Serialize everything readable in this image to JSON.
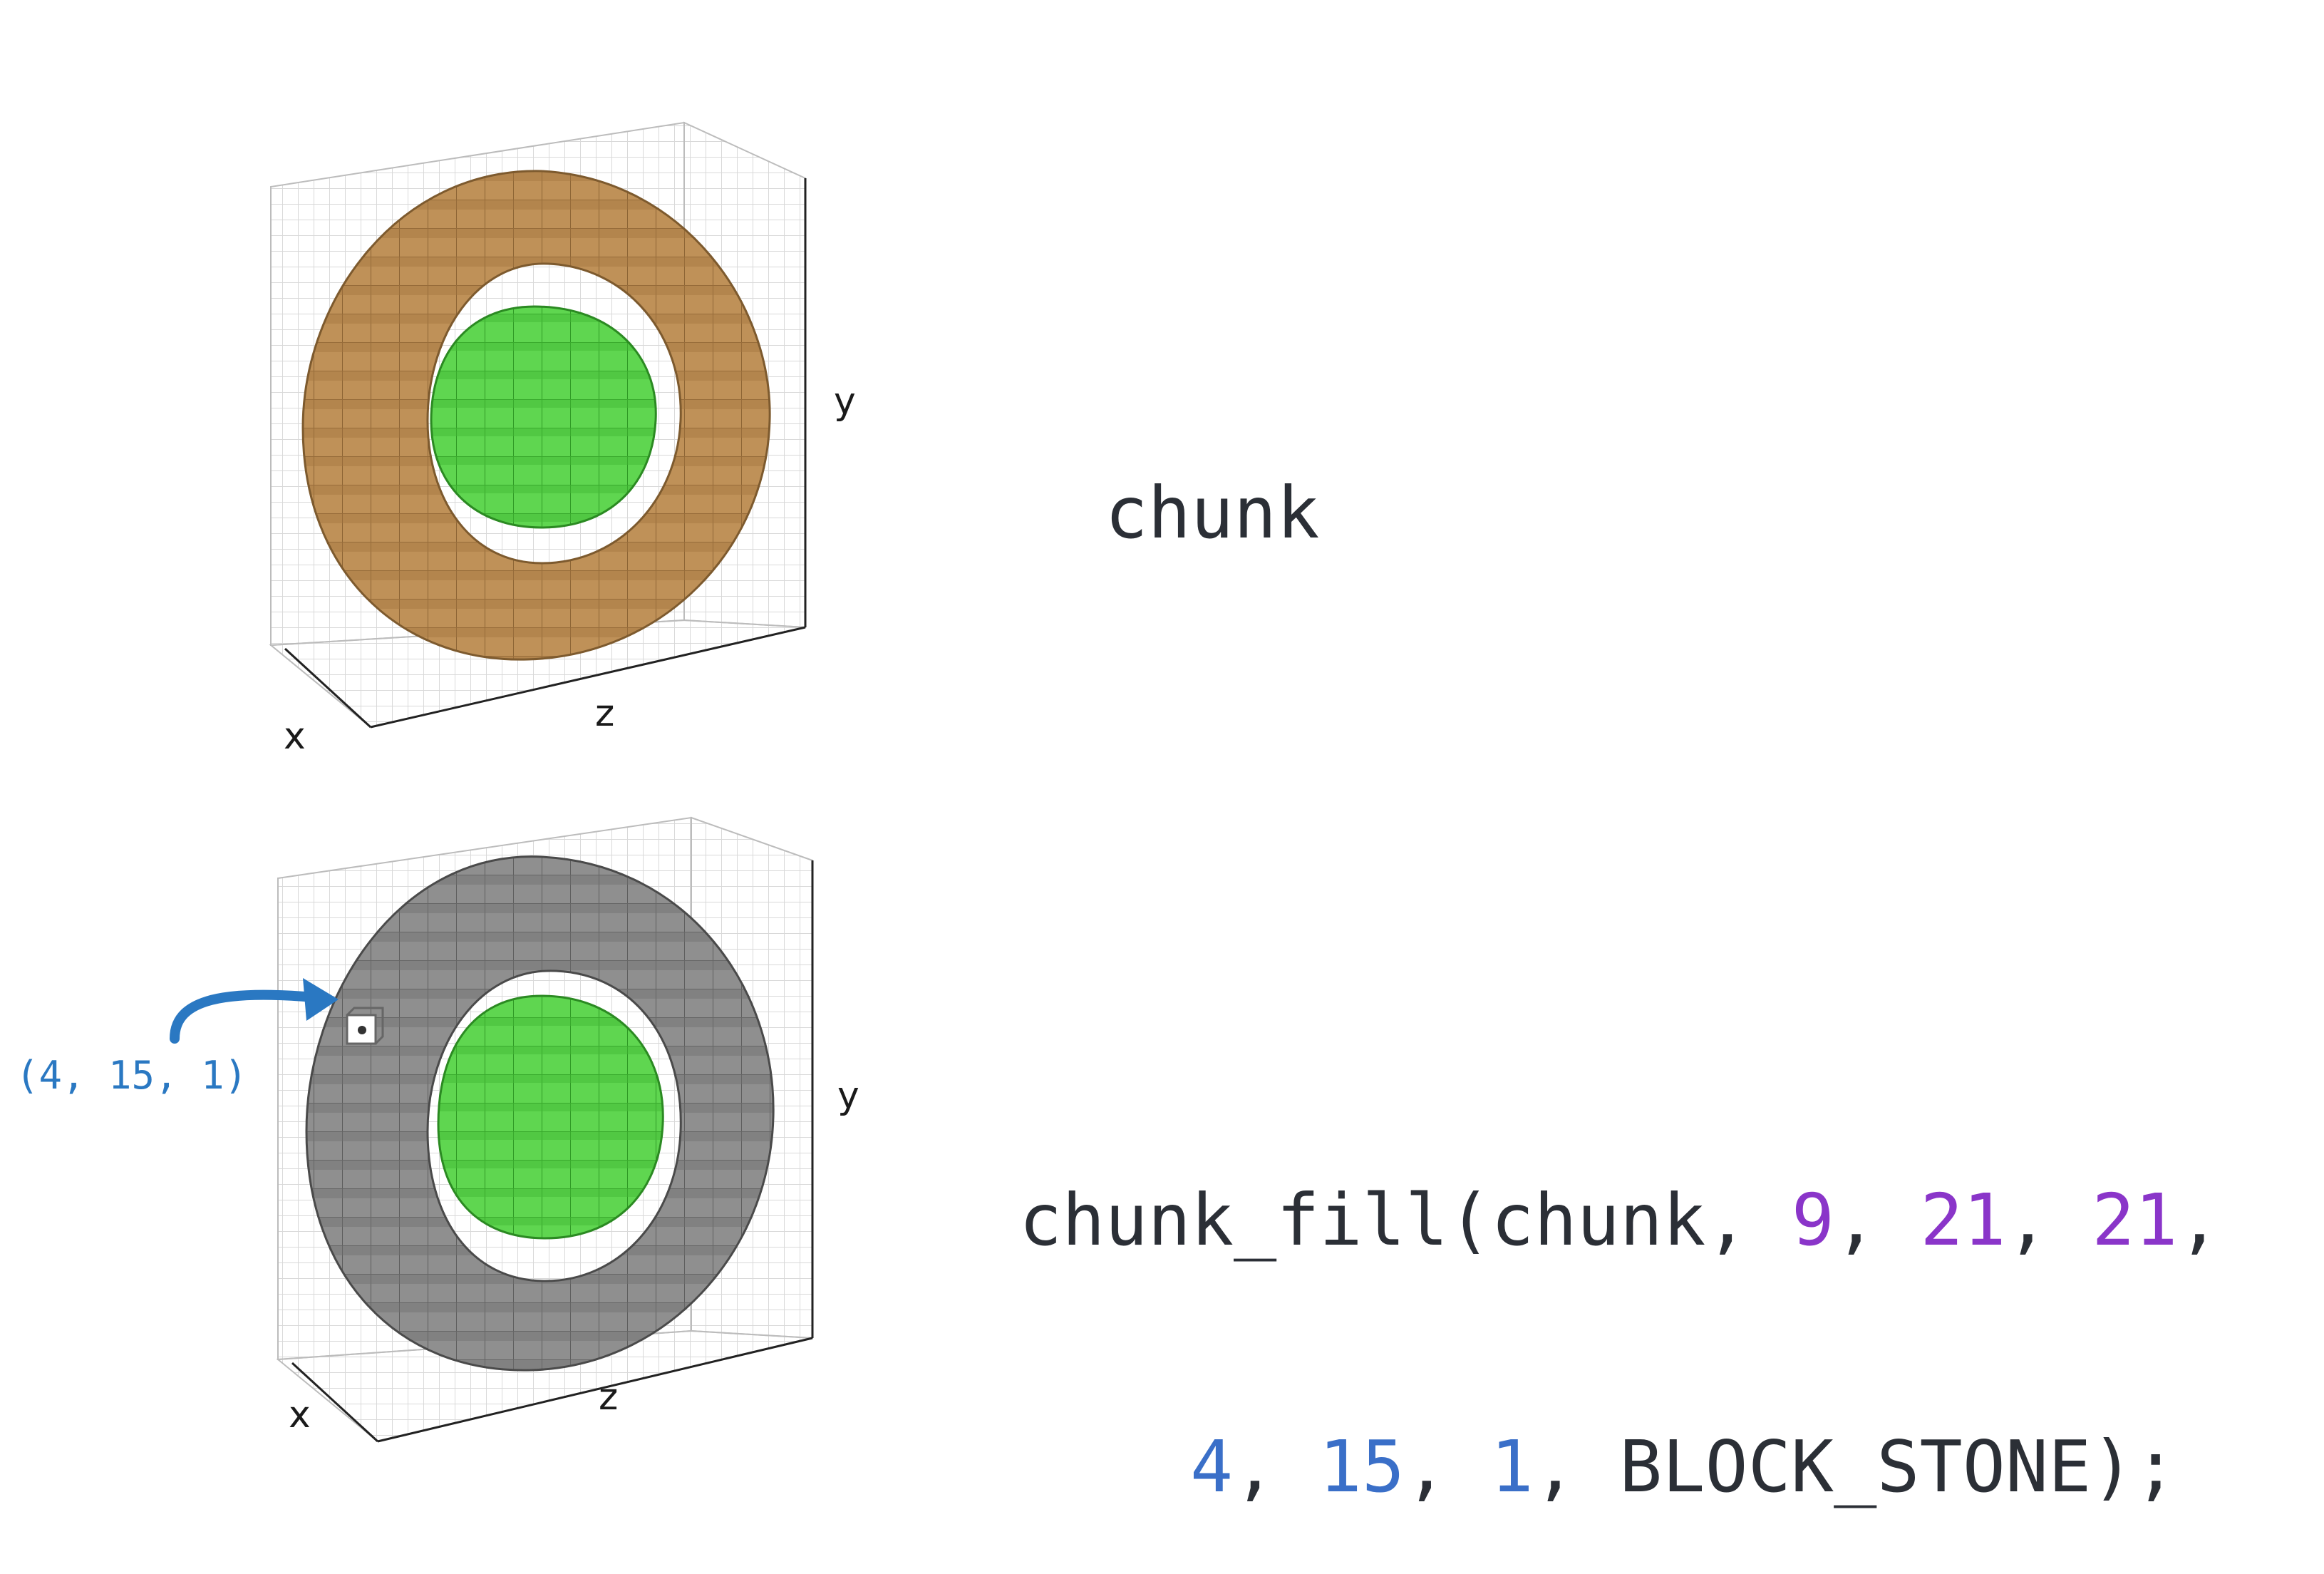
{
  "top_panel": {
    "axes": {
      "x": "x",
      "y": "y",
      "z": "z"
    },
    "ring_color": "#b98a52",
    "sphere_color": "#56d24a",
    "code": "chunk"
  },
  "bottom_panel": {
    "axes": {
      "x": "x",
      "y": "y",
      "z": "z"
    },
    "ring_color": "#8a8a8a",
    "sphere_color": "#56d24a",
    "annotation": "(4, 15, 1)",
    "code": {
      "line1": {
        "fn": "chunk_fill(chunk, ",
        "a": "9",
        "s1": ", ",
        "b": "21",
        "s2": ", ",
        "c": "21",
        "s3": ","
      },
      "line2": {
        "d": "4",
        "s4": ", ",
        "e": "15",
        "s5": ", ",
        "f": "1",
        "rest": ", BLOCK_STONE);"
      }
    }
  }
}
